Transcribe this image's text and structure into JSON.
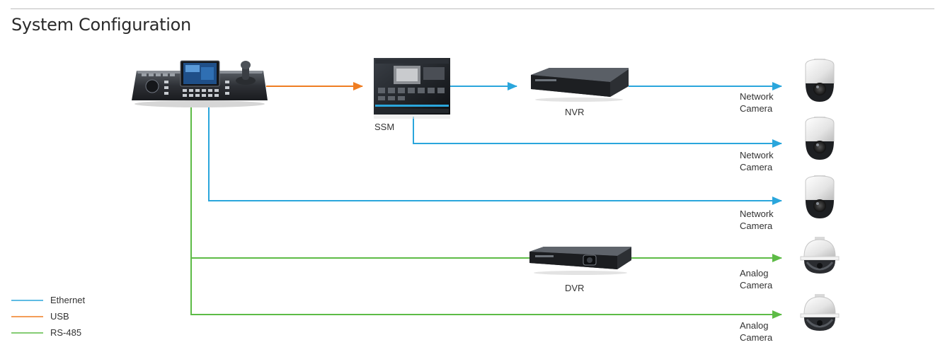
{
  "title": "System Configuration",
  "colors": {
    "ethernet": "#2aa6dc",
    "usb": "#ef7d22",
    "rs485": "#5dbb46"
  },
  "devices": {
    "ssm": "SSM",
    "nvr": "NVR",
    "dvr": "DVR"
  },
  "cameras": [
    {
      "line1": "Network",
      "line2": "Camera"
    },
    {
      "line1": "Network",
      "line2": "Camera"
    },
    {
      "line1": "Network",
      "line2": "Camera"
    },
    {
      "line1": "Analog",
      "line2": "Camera"
    },
    {
      "line1": "Analog",
      "line2": "Camera"
    }
  ],
  "legend": [
    {
      "label": "Ethernet",
      "color": "#2aa6dc"
    },
    {
      "label": "USB",
      "color": "#ef7d22"
    },
    {
      "label": "RS-485",
      "color": "#5dbb46"
    }
  ]
}
